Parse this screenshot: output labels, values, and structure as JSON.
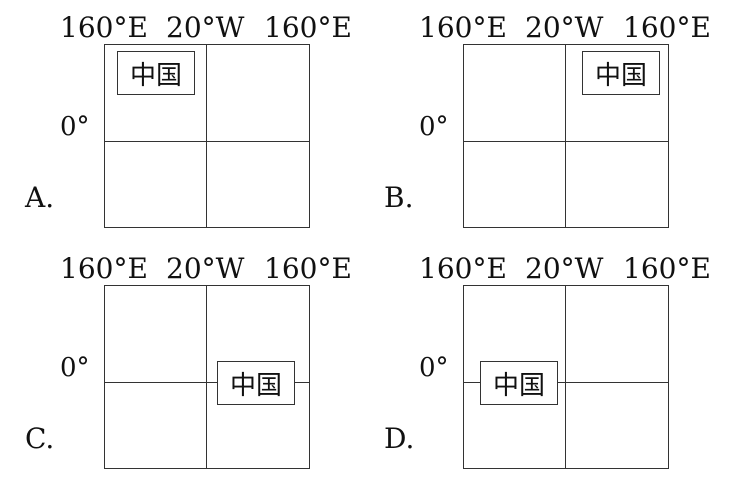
{
  "labels": {
    "lon_left": "160°E",
    "lon_mid": "20°W",
    "lon_right": "160°E",
    "lat_zero": "0°",
    "box_text": "中国"
  },
  "panels": [
    {
      "letter": "A.",
      "placement": "northwest"
    },
    {
      "letter": "B.",
      "placement": "northeast"
    },
    {
      "letter": "C.",
      "placement": "east-on-equator"
    },
    {
      "letter": "D.",
      "placement": "west-on-equator"
    }
  ],
  "colors": {
    "line": "#333333",
    "text": "#111111",
    "background": "#ffffff"
  }
}
